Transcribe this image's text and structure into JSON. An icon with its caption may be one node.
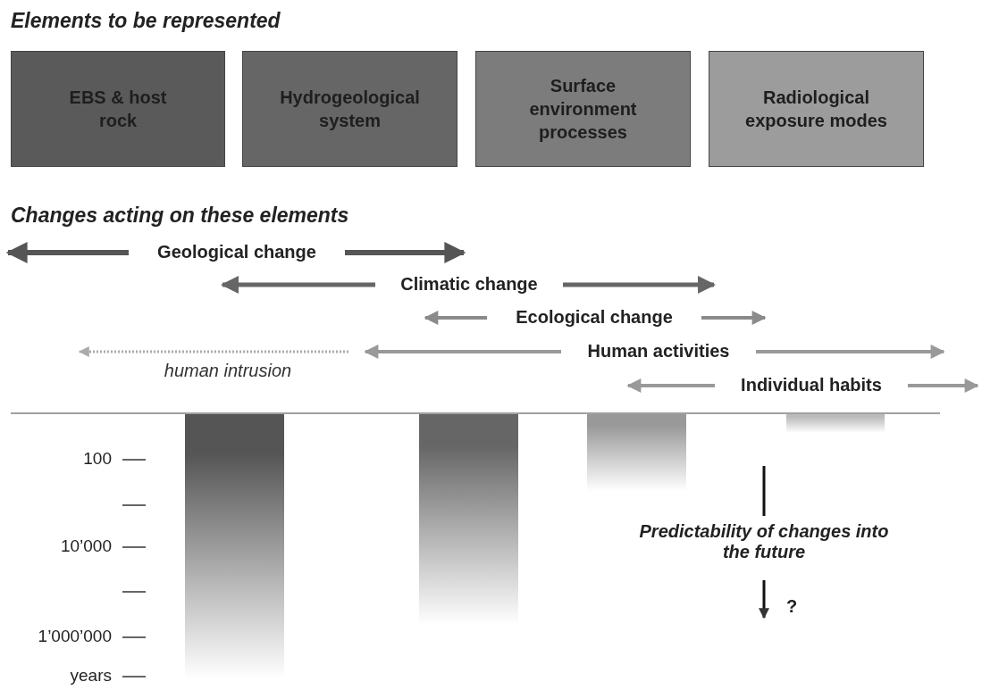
{
  "diagram": {
    "title": "Elements to be represented",
    "nodes": [
      {
        "text": [
          "EBS & host rock"
        ]
      },
      {
        "text": [
          "Hydrogeological system"
        ]
      },
      {
        "text": [
          "Surface environment processes"
        ]
      },
      {
        "text": [
          "Radiological exposure modes"
        ]
      },
      {
        "text": [],
        "shape": "bar"
      },
      {
        "text": [],
        "shape": "bar"
      },
      {
        "text": [],
        "shape": "bar"
      },
      {
        "text": [],
        "shape": "bar"
      }
    ],
    "labels": [
      "Changes acting on these elements",
      "Geological change",
      "Climatic change",
      "Ecological change",
      "Human activities",
      "human intrusion",
      "Individual habits",
      "100",
      "10’000",
      "1’000’000",
      "years",
      "Predictability of changes into the future",
      "?"
    ]
  }
}
